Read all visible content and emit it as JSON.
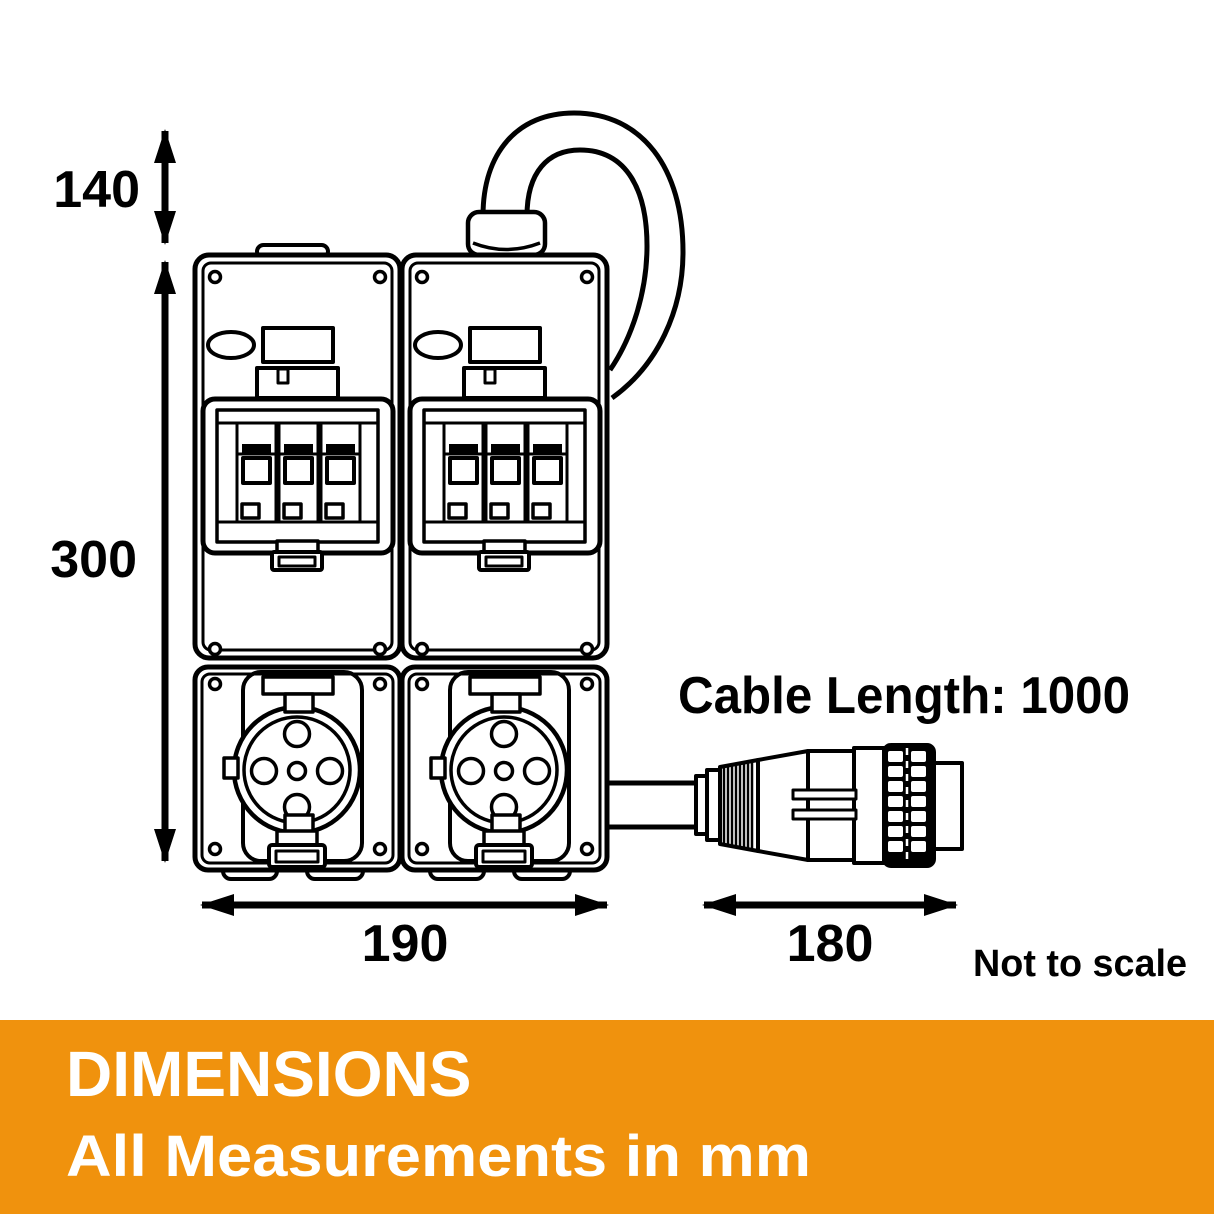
{
  "dimensions": {
    "cable_height": "140",
    "box_height": "300",
    "box_width": "190",
    "plug_width": "180"
  },
  "annotations": {
    "cable_length": "Cable Length: 1000",
    "not_to_scale": "Not to scale"
  },
  "banner": {
    "title": "DIMENSIONS",
    "subtitle": "All Measurements in mm",
    "bg_color": "#F0920D",
    "text_color": "#FFFFFF"
  },
  "figure": {
    "line_color": "#000000",
    "background": "#FFFFFF"
  }
}
